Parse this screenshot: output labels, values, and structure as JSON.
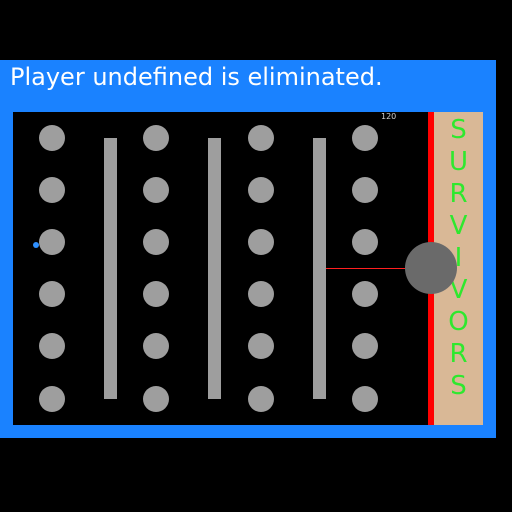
{
  "message": "Player undefined is eliminated.",
  "timer": "120",
  "survivors_label": [
    "S",
    "U",
    "R",
    "V",
    "I",
    "V",
    "O",
    "R",
    "S"
  ],
  "colors": {
    "frame": "#1a82ff",
    "arena": "#000000",
    "obstacle": "#9e9e9e",
    "finish_line": "#ff0000",
    "survivors_panel": "#d9b896",
    "survivors_text": "#2ee82e",
    "hazard_ball": "#6a6a6a",
    "player": "#2f90ff"
  },
  "icons": {
    "player": "player-marble",
    "hazard": "rolling-ball-hazard"
  }
}
